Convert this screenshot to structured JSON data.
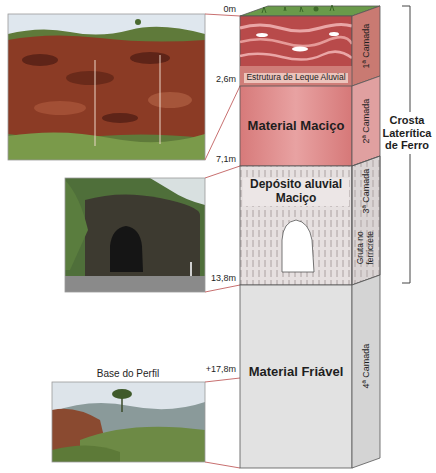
{
  "diagram": {
    "nodes": [
      {
        "text": [
          "Estrutura de Leque Aluvial"
        ]
      },
      {
        "text": [
          "Material Maciço"
        ]
      },
      {
        "text": [
          "Depósito aluvial Maciço"
        ]
      },
      {
        "text": [
          "Material Friável"
        ]
      }
    ],
    "labels": [
      "0m",
      "2,6m",
      "7,1m",
      "13,8m",
      "+17,8m",
      "1ª Camada",
      "2ª Camada",
      "3ª Camada",
      "Gruta no ferricrete",
      "4ª Camada",
      "Crosta Laterítica de Ferro",
      "Base do Perfil"
    ]
  }
}
